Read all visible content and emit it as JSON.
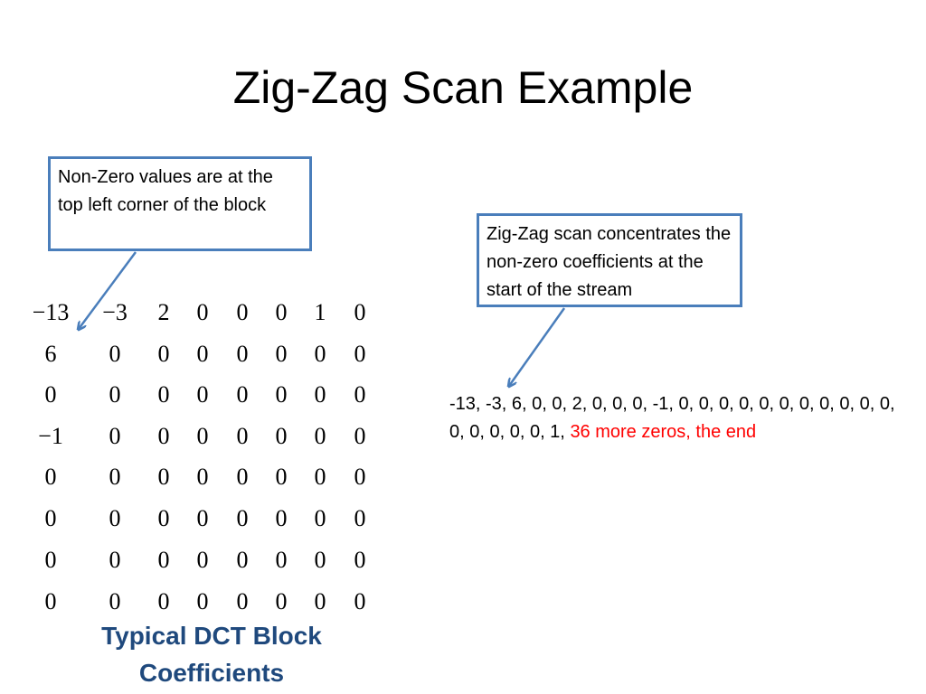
{
  "slide": {
    "title": "Zig-Zag Scan Example",
    "callout_left": "Non-Zero values are at the top left corner of the block",
    "callout_right": "Zig-Zag scan concentrates the non-zero coefficients at the start of the stream",
    "stream_text": "-13, -3, 6, 0, 0, 2, 0, 0, 0, -1, 0, 0, 0, 0, 0, 0, 0, 0, 0, 0, 0, 0, 0, 0, 0, 0, 1,",
    "stream_highlight": "36 more zeros, the end",
    "caption": "Typical DCT Block Coefficients"
  },
  "matrix": [
    [
      "−13",
      "−3",
      "2",
      "0",
      "0",
      "0",
      "1",
      "0"
    ],
    [
      "6",
      "0",
      "0",
      "0",
      "0",
      "0",
      "0",
      "0"
    ],
    [
      "0",
      "0",
      "0",
      "0",
      "0",
      "0",
      "0",
      "0"
    ],
    [
      "−1",
      "0",
      "0",
      "0",
      "0",
      "0",
      "0",
      "0"
    ],
    [
      "0",
      "0",
      "0",
      "0",
      "0",
      "0",
      "0",
      "0"
    ],
    [
      "0",
      "0",
      "0",
      "0",
      "0",
      "0",
      "0",
      "0"
    ],
    [
      "0",
      "0",
      "0",
      "0",
      "0",
      "0",
      "0",
      "0"
    ],
    [
      "0",
      "0",
      "0",
      "0",
      "0",
      "0",
      "0",
      "0"
    ]
  ],
  "colors": {
    "callout_border": "#4a7ebb",
    "arrow": "#4a7ebb",
    "highlight_text": "#ff0000",
    "caption_text": "#1f497d"
  }
}
